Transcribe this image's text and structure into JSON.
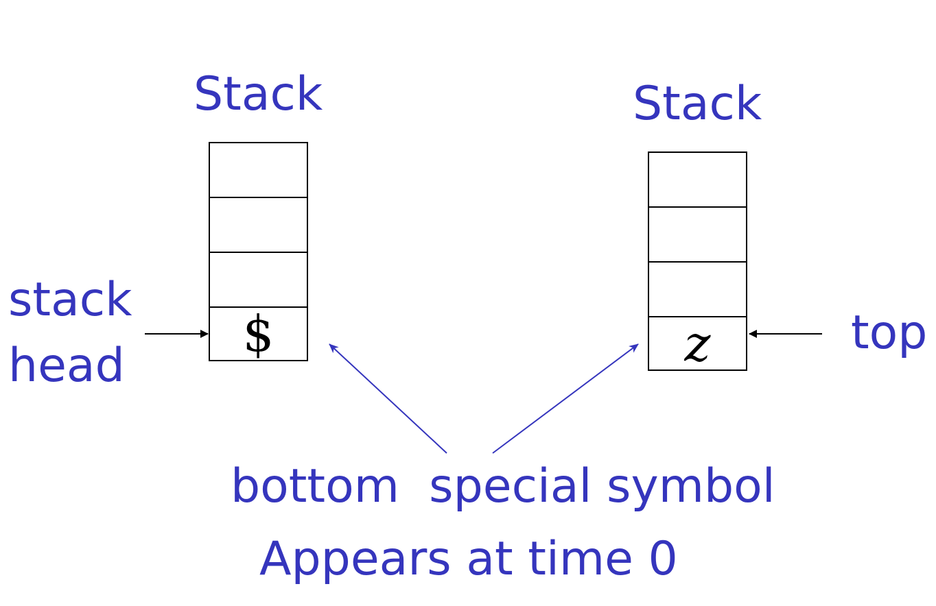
{
  "left_stack": {
    "title": "Stack",
    "cells": [
      "",
      "",
      "",
      "$"
    ]
  },
  "right_stack": {
    "title": "Stack",
    "cells": [
      "",
      "",
      "",
      "z"
    ]
  },
  "labels": {
    "stack_head_line1": "stack",
    "stack_head_line2": "head",
    "top": "top",
    "bottom_caption": "bottom  special symbol",
    "time_caption": "Appears at time 0"
  },
  "colors": {
    "text": "#3535bd",
    "pointer_arrow": "#000000",
    "callout_arrow": "#3535bd"
  }
}
